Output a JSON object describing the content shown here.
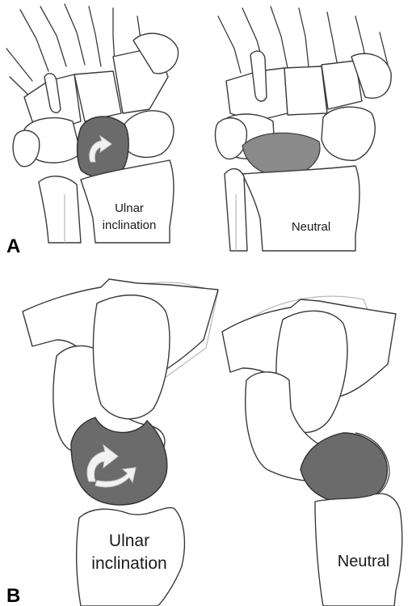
{
  "panel_a": {
    "letter": "A",
    "left_label_line1": "Ulnar",
    "left_label_line2": "inclination",
    "right_label": "Neutral"
  },
  "panel_b": {
    "letter": "B",
    "left_label_line1": "Ulnar",
    "left_label_line2": "inclination",
    "right_label": "Neutral"
  },
  "colors": {
    "lunate_fill": "#6b6b6b",
    "outline": "#3a3a3a",
    "arrow": "#f2f2f2"
  }
}
